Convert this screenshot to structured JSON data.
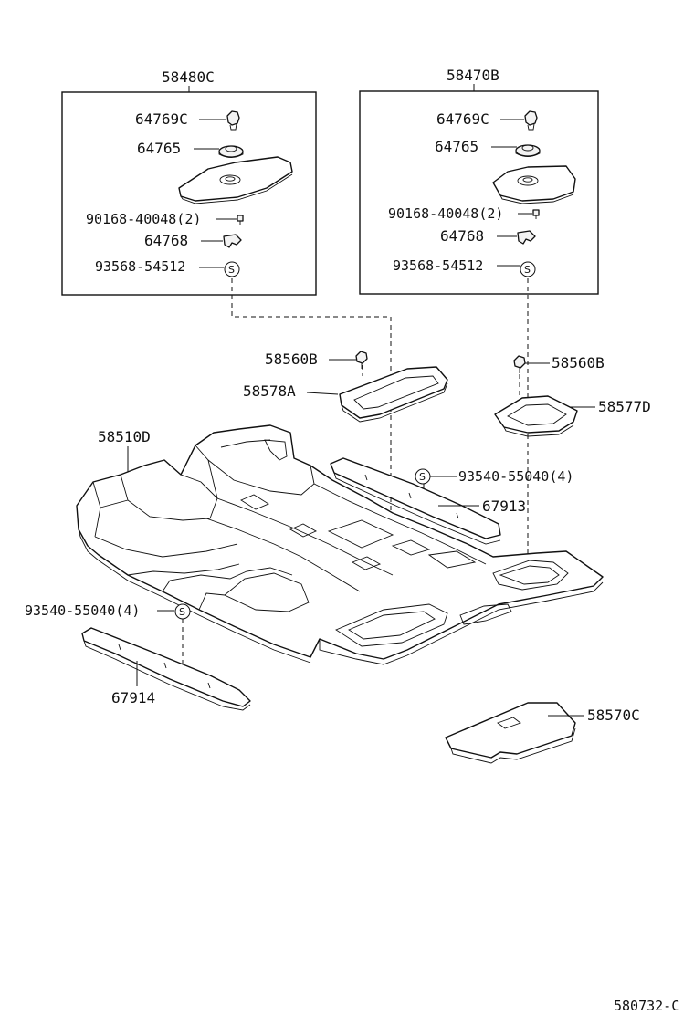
{
  "assemblies": {
    "left": {
      "number": "58480C"
    },
    "right": {
      "number": "58470B"
    }
  },
  "labels": {
    "left_clip": "64769C",
    "left_grommet": "64765",
    "left_screw": "90168-40048(2)",
    "left_bracket": "64768",
    "left_sealer": "93568-54512",
    "right_clip": "64769C",
    "right_grommet": "64765",
    "right_screw": "90168-40048(2)",
    "right_bracket": "64768",
    "right_sealer": "93568-54512",
    "fastener_left": "58560B",
    "fastener_right": "58560B",
    "cover_left": "58578A",
    "cover_right": "58577D",
    "floor_carpet": "58510D",
    "tape_right": "93540-55040(4)",
    "tape_left": "93540-55040(4)",
    "sill_right": "67913",
    "sill_left": "67914",
    "mat": "58570C",
    "s_symbol": "S"
  },
  "figure_code": "580732-C"
}
